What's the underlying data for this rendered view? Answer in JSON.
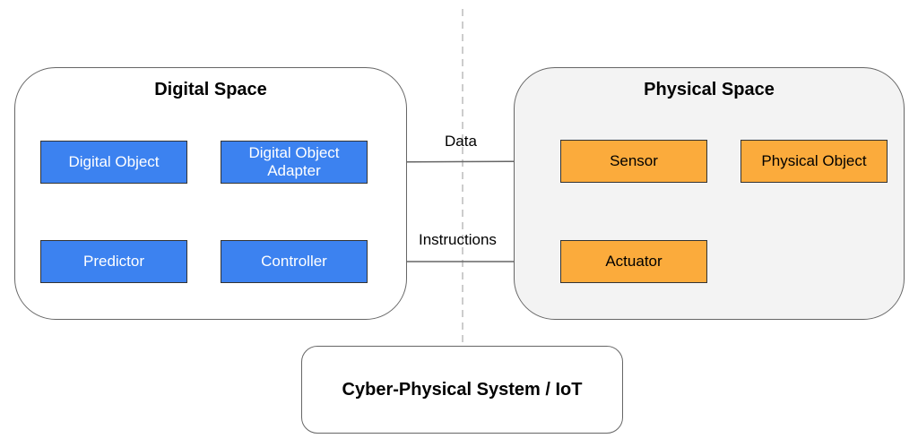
{
  "digital_space": {
    "title": "Digital Space",
    "nodes": {
      "digital_object": "Digital Object",
      "digital_object_adapter": "Digital Object\nAdapter",
      "predictor": "Predictor",
      "controller": "Controller"
    }
  },
  "physical_space": {
    "title": "Physical Space",
    "nodes": {
      "sensor": "Sensor",
      "physical_object": "Physical Object",
      "actuator": "Actuator"
    }
  },
  "edge_labels": {
    "data": "Data",
    "instructions": "Instructions"
  },
  "system": {
    "label": "Cyber-Physical System / IoT"
  },
  "colors": {
    "digital_node": "#3c82f0",
    "physical_node": "#fbab3c",
    "physical_panel_bg": "#f3f3f3",
    "border": "#666666",
    "connector": "#666666"
  }
}
